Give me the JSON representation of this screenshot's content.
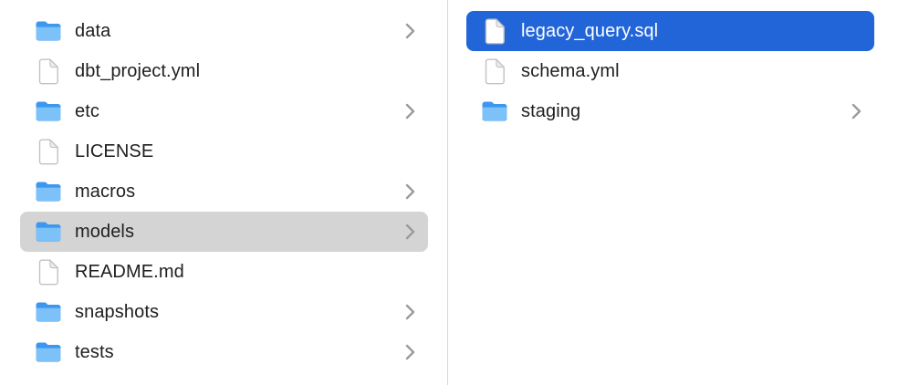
{
  "window": {
    "background": "#ffffff"
  },
  "colors": {
    "selection_blue": "#2265d9",
    "selection_gray": "#d4d4d4",
    "text": "#1f1f21",
    "text_selected": "#ffffff",
    "divider": "#d7d7d7",
    "chevron": "#9b9b9b",
    "folder_back": "#3e97ef",
    "folder_front": "#7cc1f8",
    "file_fill": "#ffffff",
    "file_stroke": "#c2c2c2",
    "file_fold": "#ececec"
  },
  "columns": [
    {
      "name": "left",
      "items": [
        {
          "label": "data",
          "type": "folder",
          "chevron": true,
          "selected": false
        },
        {
          "label": "dbt_project.yml",
          "type": "file",
          "chevron": false,
          "selected": false
        },
        {
          "label": "etc",
          "type": "folder",
          "chevron": true,
          "selected": false
        },
        {
          "label": "LICENSE",
          "type": "file",
          "chevron": false,
          "selected": false
        },
        {
          "label": "macros",
          "type": "folder",
          "chevron": true,
          "selected": false
        },
        {
          "label": "models",
          "type": "folder",
          "chevron": true,
          "selected": true,
          "selection_style": "gray"
        },
        {
          "label": "README.md",
          "type": "file",
          "chevron": false,
          "selected": false
        },
        {
          "label": "snapshots",
          "type": "folder",
          "chevron": true,
          "selected": false
        },
        {
          "label": "tests",
          "type": "folder",
          "chevron": true,
          "selected": false
        }
      ]
    },
    {
      "name": "right",
      "items": [
        {
          "label": "legacy_query.sql",
          "type": "file",
          "chevron": false,
          "selected": true,
          "selection_style": "blue"
        },
        {
          "label": "schema.yml",
          "type": "file",
          "chevron": false,
          "selected": false
        },
        {
          "label": "staging",
          "type": "folder",
          "chevron": true,
          "selected": false
        }
      ]
    }
  ]
}
